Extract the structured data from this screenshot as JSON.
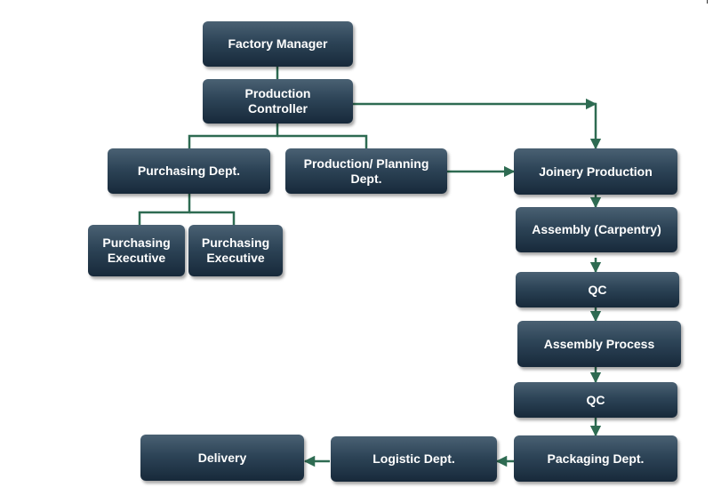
{
  "colors": {
    "node_fill": "#2d4457",
    "connector": "#2e6b52",
    "background": "#ffffff"
  },
  "nodes": {
    "factory_manager": "Factory Manager",
    "production_controller": "Production\nController",
    "purchasing_dept": "Purchasing Dept.",
    "production_planning_dept": "Production/ Planning\nDept.",
    "purchasing_executive_1": "Purchasing\nExecutive",
    "purchasing_executive_2": "Purchasing\nExecutive",
    "joinery_production": "Joinery Production",
    "assembly_carpentry": "Assembly (Carpentry)",
    "qc_1": "QC",
    "assembly_process": "Assembly Process",
    "qc_2": "QC",
    "packaging_dept": "Packaging Dept.",
    "logistic_dept": "Logistic Dept.",
    "delivery": "Delivery"
  },
  "edges": [
    {
      "from": "Factory Manager",
      "to": "Production Controller"
    },
    {
      "from": "Production Controller",
      "to": "Purchasing Dept."
    },
    {
      "from": "Production Controller",
      "to": "Production/ Planning Dept."
    },
    {
      "from": "Production Controller",
      "to": "Joinery Production"
    },
    {
      "from": "Purchasing Dept.",
      "to": "Purchasing Executive"
    },
    {
      "from": "Purchasing Dept.",
      "to": "Purchasing Executive"
    },
    {
      "from": "Production/ Planning Dept.",
      "to": "Joinery Production"
    },
    {
      "from": "Joinery Production",
      "to": "Assembly (Carpentry)"
    },
    {
      "from": "Assembly (Carpentry)",
      "to": "QC"
    },
    {
      "from": "QC",
      "to": "Assembly Process"
    },
    {
      "from": "Assembly Process",
      "to": "QC"
    },
    {
      "from": "QC",
      "to": "Packaging Dept."
    },
    {
      "from": "Packaging Dept.",
      "to": "Logistic Dept."
    },
    {
      "from": "Logistic Dept.",
      "to": "Delivery"
    }
  ]
}
